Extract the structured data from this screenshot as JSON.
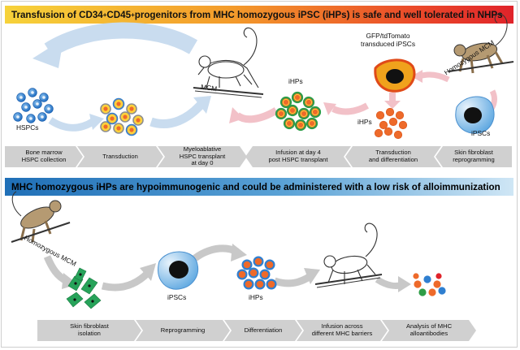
{
  "banner1": {
    "pre": "Transfusion of CD34",
    "sup1": "+",
    "mid": "CD45",
    "sup2": "+",
    "post": " progenitors from MHC homozygous iPSC (iHPs) is safe and well tolerated in NHPs"
  },
  "banner2": {
    "text": "MHC homozygous iHPs are hypoimmunogenic and could be administered with a low risk of alloimmunization"
  },
  "top_labels": {
    "hspcs": "HSPCs",
    "mcm": "MCM",
    "ihps1": "iHPs",
    "ihps2": "iHPs",
    "gfp_line1": "GFP/tdTomato",
    "gfp_line2": "transduced iPSCs",
    "homozygous_mcm": "Homozygous MCM",
    "ipscs": "iPSCs"
  },
  "top_steps": [
    {
      "line1": "Bone marrow",
      "line2": "HSPC collection"
    },
    {
      "line1": "Transduction",
      "line2": ""
    },
    {
      "line1": "Myeloablative",
      "line2": "HSPC transplant",
      "line3": "at day 0"
    },
    {
      "line1": "Infusion at day 4",
      "line2": "post HSPC transplant"
    },
    {
      "line1": "Transduction",
      "line2": "and differentiation"
    },
    {
      "line1": "Skin fibroblast",
      "line2": "reprogramming"
    }
  ],
  "bottom_labels": {
    "homozygous_mcm": "Homozygous MCM",
    "ipscs": "iPSCs",
    "ihps": "iHPs"
  },
  "bottom_steps": [
    {
      "line1": "Skin fibroblast",
      "line2": "isolation"
    },
    {
      "line1": "Reprogramming",
      "line2": ""
    },
    {
      "line1": "Differentiation",
      "line2": ""
    },
    {
      "line1": "Infusion across",
      "line2": "different MHC barriers"
    },
    {
      "line1": "Analysis of MHC",
      "line2": "alloantibodies"
    }
  ],
  "colors": {
    "hspc_blue": "#2f7fd0",
    "ihp_orange": "#ee6a2a",
    "ihp_green": "#2e9d47",
    "fibroblast_green": "#27a35a",
    "arrow_blue": "#c9dcef",
    "arrow_pink": "#f2c1c8",
    "arrow_gray": "#c8c8c8",
    "step_gray": "#d0d0d0"
  }
}
